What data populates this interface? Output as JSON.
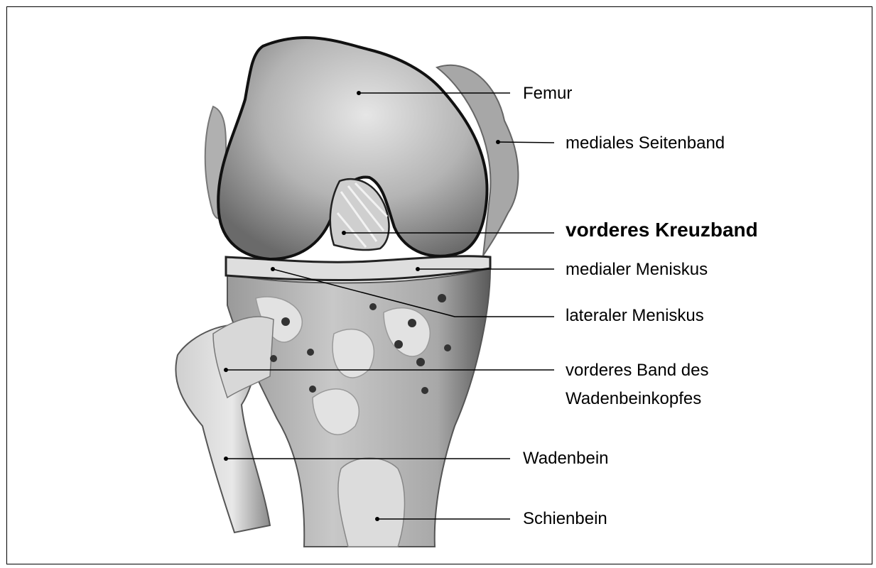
{
  "labels": {
    "femur": "Femur",
    "medial_collateral": "mediales Seitenband",
    "acl": "vorderes Kreuzband",
    "medial_meniscus": "medialer Meniskus",
    "lateral_meniscus": "lateraler Meniskus",
    "fibular_head_ligament_line1": "vorderes Band des",
    "fibular_head_ligament_line2": "Wadenbeinkopfes",
    "fibula": "Wadenbein",
    "tibia": "Schienbein"
  }
}
